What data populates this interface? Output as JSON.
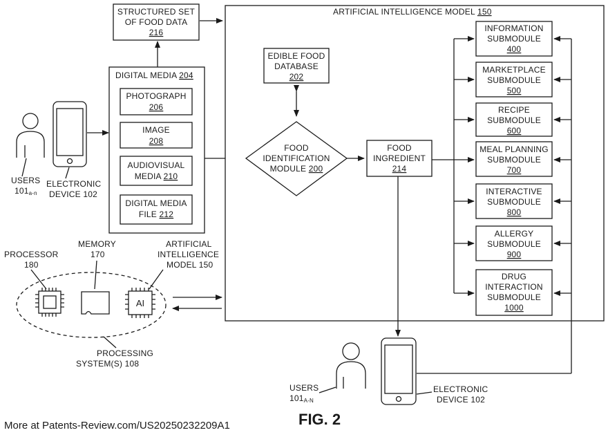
{
  "figure_label": "FIG. 2",
  "watermark": "More at Patents-Review.com/US20250232209A1",
  "users_top": {
    "line1": "USERS",
    "line2": "101",
    "sub": "a-n"
  },
  "device_top": {
    "line1": "ELECTRONIC",
    "line2": "DEVICE 102"
  },
  "users_bottom": {
    "line1": "USERS",
    "line2": "101",
    "sub": "A-N"
  },
  "device_bottom": {
    "line1": "ELECTRONIC",
    "line2": "DEVICE 102"
  },
  "structured_data": {
    "line1": "STRUCTURED SET",
    "line2": "OF FOOD DATA",
    "ref": "216"
  },
  "digital_media": {
    "title": "DIGITAL MEDIA",
    "ref": "204",
    "items": [
      {
        "line1": "PHOTOGRAPH",
        "ref": "206"
      },
      {
        "line1": "IMAGE",
        "ref": "208"
      },
      {
        "line1": "AUDIOVISUAL",
        "line2": "MEDIA",
        "ref": "210"
      },
      {
        "line1": "DIGITAL MEDIA",
        "line2": "FILE",
        "ref": "212"
      }
    ]
  },
  "ai_model": {
    "title": "ARTIFICIAL INTELLIGENCE MODEL",
    "ref": "150"
  },
  "edible_db": {
    "line1": "EDIBLE FOOD",
    "line2": "DATABASE",
    "ref": "202"
  },
  "food_id": {
    "line1": "FOOD",
    "line2": "IDENTIFICATION",
    "line3": "MODULE",
    "ref": "200"
  },
  "food_ingredient": {
    "line1": "FOOD",
    "line2": "INGREDIENT",
    "ref": "214"
  },
  "submodules": [
    {
      "line1": "INFORMATION",
      "line2": "SUBMODULE",
      "ref": "400"
    },
    {
      "line1": "MARKETPLACE",
      "line2": "SUBMODULE",
      "ref": "500"
    },
    {
      "line1": "RECIPE",
      "line2": "SUBMODULE",
      "ref": "600"
    },
    {
      "line1": "MEAL PLANNING",
      "line2": "SUBMODULE",
      "ref": "700"
    },
    {
      "line1": "INTERACTIVE",
      "line2": "SUBMODULE",
      "ref": "800"
    },
    {
      "line1": "ALLERGY",
      "line2": "SUBMODULE",
      "ref": "900"
    },
    {
      "line1": "DRUG",
      "line2": "INTERACTION",
      "line3": "SUBMODULE",
      "ref": "1000"
    }
  ],
  "processor": {
    "line1": "PROCESSOR",
    "line2": "180"
  },
  "memory": {
    "line1": "MEMORY",
    "line2": "170"
  },
  "ai_chip": {
    "line1": "ARTIFICIAL",
    "line2": "INTELLIGENCE",
    "line3": "MODEL 150",
    "chip_text": "AI"
  },
  "processing_system": {
    "line1": "PROCESSING",
    "line2": "SYSTEM(S) 108"
  }
}
